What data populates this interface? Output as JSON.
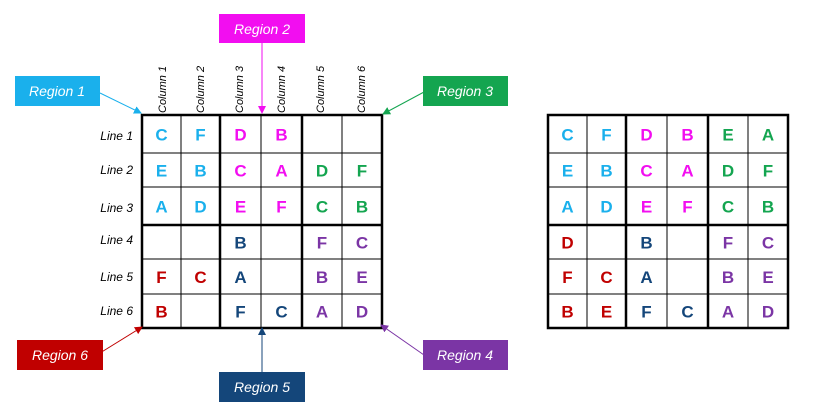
{
  "colors": {
    "region_1": "#1ab0ec",
    "region_2": "#f20ef0",
    "region_3": "#14a550",
    "region_4": "#7b35a5",
    "region_5": "#14467a",
    "region_6": "#c00000"
  },
  "column_labels": [
    "Column 1",
    "Column 2",
    "Column 3",
    "Column 4",
    "Column 5",
    "Column 6"
  ],
  "line_labels": [
    "Line 1",
    "Line 2",
    "Line 3",
    "Line 4",
    "Line 5",
    "Line 6"
  ],
  "region_callouts": [
    {
      "label": "Region 1",
      "region": 1
    },
    {
      "label": "Region 2",
      "region": 2
    },
    {
      "label": "Region 3",
      "region": 3
    },
    {
      "label": "Region 4",
      "region": 4
    },
    {
      "label": "Region 5",
      "region": 5
    },
    {
      "label": "Region 6",
      "region": 6
    }
  ],
  "region_map": [
    [
      1,
      1,
      2,
      2,
      3,
      3
    ],
    [
      1,
      1,
      2,
      2,
      3,
      3
    ],
    [
      1,
      1,
      2,
      2,
      3,
      3
    ],
    [
      6,
      6,
      5,
      5,
      4,
      4
    ],
    [
      6,
      6,
      5,
      5,
      4,
      4
    ],
    [
      6,
      6,
      5,
      5,
      4,
      4
    ]
  ],
  "puzzle_grid": [
    [
      "C",
      "F",
      "D",
      "B",
      "",
      ""
    ],
    [
      "E",
      "B",
      "C",
      "A",
      "D",
      "F"
    ],
    [
      "A",
      "D",
      "E",
      "F",
      "C",
      "B"
    ],
    [
      "",
      "",
      "B",
      "",
      "F",
      "C"
    ],
    [
      "F",
      "C",
      "A",
      "",
      "B",
      "E"
    ],
    [
      "B",
      "",
      "F",
      "C",
      "A",
      "D"
    ]
  ],
  "solution_grid": [
    [
      "C",
      "F",
      "D",
      "B",
      "E",
      "A"
    ],
    [
      "E",
      "B",
      "C",
      "A",
      "D",
      "F"
    ],
    [
      "A",
      "D",
      "E",
      "F",
      "C",
      "B"
    ],
    [
      "D",
      "",
      "B",
      "",
      "F",
      "C"
    ],
    [
      "F",
      "C",
      "A",
      "",
      "B",
      "E"
    ],
    [
      "B",
      "E",
      "F",
      "C",
      "A",
      "D"
    ]
  ]
}
